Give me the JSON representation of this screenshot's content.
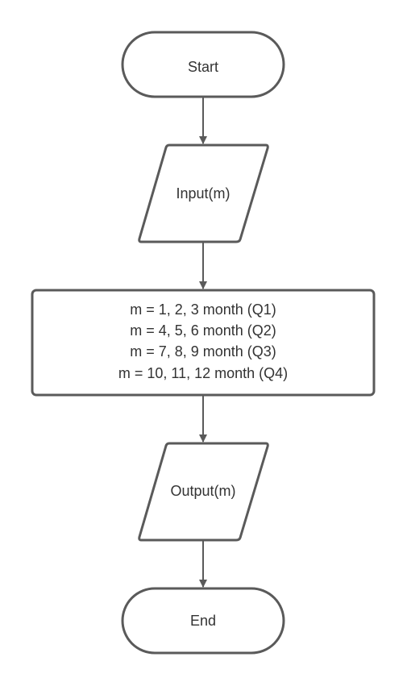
{
  "flowchart": {
    "start_label": "Start",
    "input_label": "Input(m)",
    "process_lines": [
      "m = 1, 2, 3 month  (Q1)",
      "m = 4, 5, 6 month  (Q2)",
      "m = 7, 8, 9 month  (Q3)",
      "m = 10, 11, 12 month  (Q4)"
    ],
    "output_label": "Output(m)",
    "end_label": "End"
  },
  "colors": {
    "stroke": "#5a5a5a",
    "text": "#333333",
    "background": "#ffffff"
  }
}
